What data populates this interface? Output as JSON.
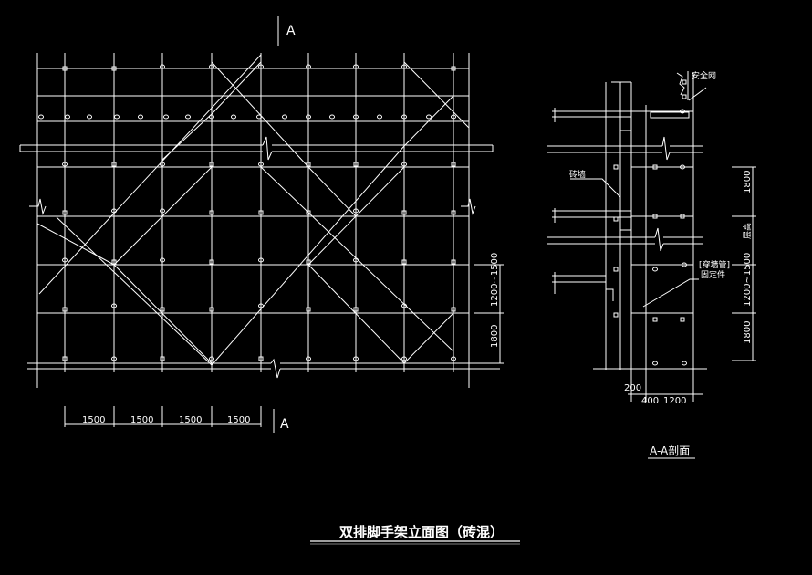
{
  "title": "双排脚手架立面图（砖混）",
  "section_caption": "A-A剖面",
  "section_markers": {
    "top": "A",
    "bottom": "A"
  },
  "elevation": {
    "bay_dims": [
      "1500",
      "1500",
      "1500",
      "1500"
    ],
    "side_dims": {
      "upper": "1200~1500",
      "lower": "1800"
    }
  },
  "section": {
    "label_net": "安全网",
    "label_wall": "砖墙",
    "label_tie_1": "[穿墙管]",
    "label_tie_2": "固定件",
    "side_dims": {
      "upper": "1800",
      "floor": "层高",
      "mid": "1200~1500",
      "lower": "1800"
    },
    "bottom_dims": {
      "gap": "200",
      "inner": "400",
      "outer": "1200"
    }
  },
  "colors": {
    "background": "#000000",
    "lines": "#ffffff"
  }
}
